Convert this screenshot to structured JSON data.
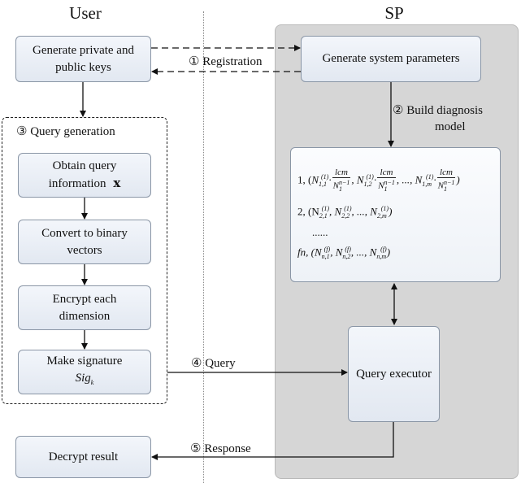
{
  "headers": {
    "user": "User",
    "sp": "SP"
  },
  "user": {
    "keygen": [
      "Generate private and",
      "public  keys"
    ],
    "query_generation_title": "③ Query generation",
    "obtain_query": [
      "Obtain query",
      "information"
    ],
    "obtain_query_var": "x",
    "convert": [
      "Convert to binary",
      "vectors"
    ],
    "encrypt": [
      "Encrypt each",
      "dimension"
    ],
    "signature": "Make signature",
    "signature_var": "Sig",
    "signature_sub": "k",
    "decrypt": "Decrypt result"
  },
  "sp": {
    "gen_params": "Generate system parameters",
    "query_executor": "Query executor",
    "model": {
      "row1_lead": "1, (",
      "row2": "2, (N",
      "ellipsis": "......",
      "rowf_lead": "fn, ("
    }
  },
  "edges": {
    "registration": "① Registration",
    "build_model_1": "② Build diagnosis",
    "build_model_2": "model",
    "query": "④ Query",
    "response": "⑤ Response"
  },
  "colors": {
    "sp_panel": "#d6d6d6",
    "box_border": "#8a96a6",
    "line": "#111111"
  }
}
